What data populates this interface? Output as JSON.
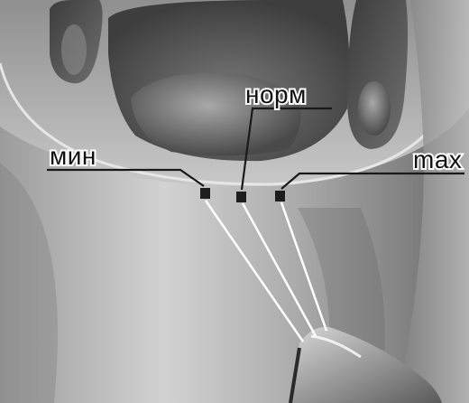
{
  "labels": {
    "min": "мин",
    "norm": "норм",
    "max": "max"
  },
  "colors": {
    "body_light": "#c9c9c9",
    "body_mid": "#8e8e8e",
    "body_dark": "#4a4a4a",
    "leader_line": "#1a1a1a",
    "callout_line": "#ffffff",
    "marker": "#222222"
  }
}
